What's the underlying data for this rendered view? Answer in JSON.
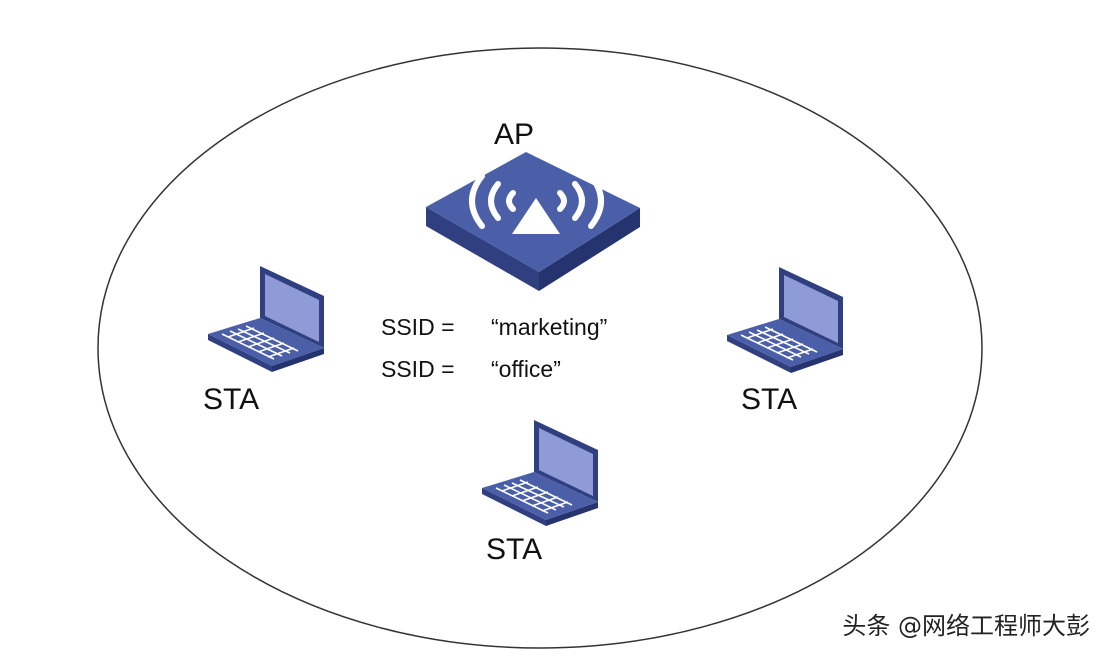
{
  "ap": {
    "label": "AP",
    "icon": "access-point-icon"
  },
  "ssids": [
    {
      "key": "SSID =",
      "value": "“marketing”"
    },
    {
      "key": "SSID =",
      "value": "“office”"
    }
  ],
  "stations": [
    {
      "label": "STA",
      "icon": "laptop-icon"
    },
    {
      "label": "STA",
      "icon": "laptop-icon"
    },
    {
      "label": "STA",
      "icon": "laptop-icon"
    }
  ],
  "watermark": "头条 @网络工程师大彭",
  "colors": {
    "device_top": "#4a5fa8",
    "device_side": "#2f3f80",
    "screen": "#8f9bd6",
    "outline": "#333333"
  }
}
